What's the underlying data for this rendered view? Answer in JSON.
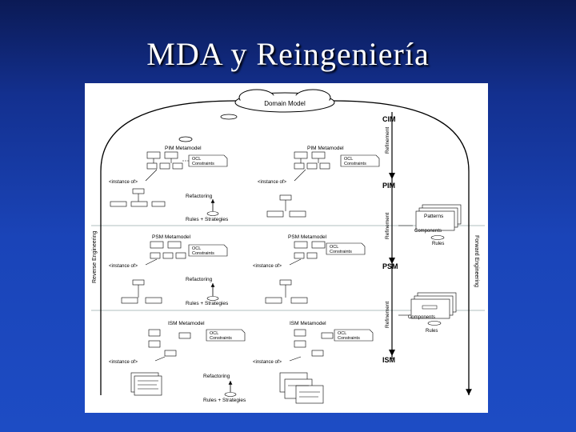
{
  "slide": {
    "title": "MDA y Reingeniería"
  },
  "diagram": {
    "domain_model": "Domain Model",
    "levels": {
      "cim": "CIM",
      "pim": "PIM",
      "psm": "PSM",
      "ism": "ISM"
    },
    "refinement": "Refinement",
    "reverse_engineering": "Reverse Engineering",
    "forward_engineering": "Forward Engineering",
    "pim_metamodel": "PIM Metamodel",
    "psm_metamodel": "PSM Metamodel",
    "ism_metamodel": "ISM Metamodel",
    "ocl": "OCL",
    "constraints": "Constraints",
    "instance_of": "<instance of>",
    "refactoring": "Refactoring",
    "rules_strategies": "Rules + Strategies",
    "patterns": "Patterns",
    "components": "Components",
    "rules": "Rules"
  }
}
